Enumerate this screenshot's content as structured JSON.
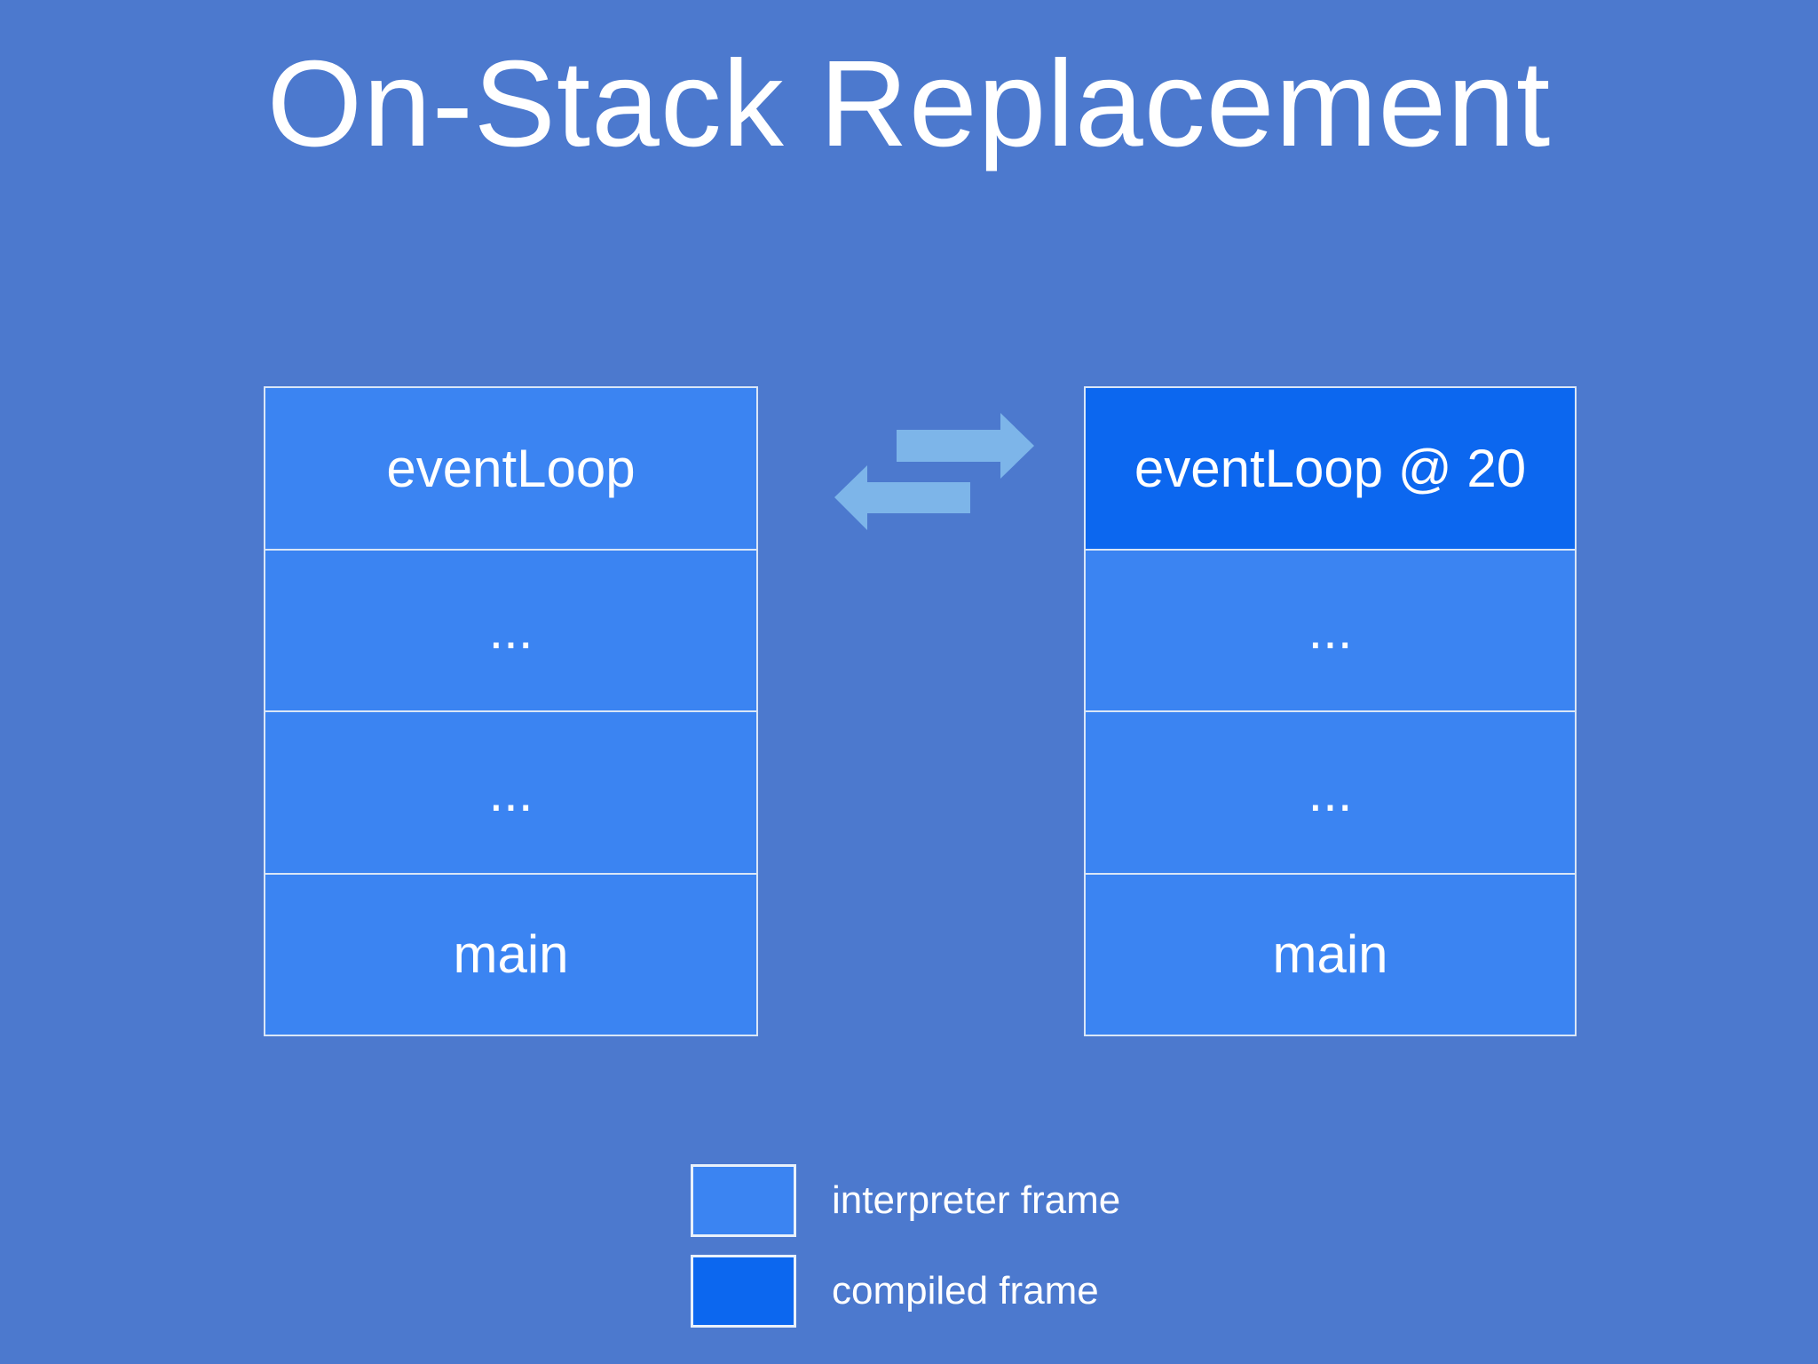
{
  "slide": {
    "title": "On-Stack Replacement"
  },
  "colors": {
    "background": "#4c79ce",
    "interpreter_frame": "#3b84f2",
    "compiled_frame": "#0c67ef",
    "arrow": "#7db5e9",
    "frame_border": "#d9e6f7",
    "text": "#ffffff"
  },
  "left_stack": {
    "frames": [
      {
        "label": "eventLoop",
        "type": "interpreter"
      },
      {
        "label": "...",
        "type": "interpreter"
      },
      {
        "label": "...",
        "type": "interpreter"
      },
      {
        "label": "main",
        "type": "interpreter"
      }
    ]
  },
  "right_stack": {
    "frames": [
      {
        "label": "eventLoop @ 20",
        "type": "compiled"
      },
      {
        "label": "...",
        "type": "interpreter"
      },
      {
        "label": "...",
        "type": "interpreter"
      },
      {
        "label": "main",
        "type": "interpreter"
      }
    ]
  },
  "arrows": {
    "top_direction": "right",
    "bottom_direction": "left"
  },
  "legend": {
    "items": [
      {
        "label": "interpreter frame",
        "type": "interpreter"
      },
      {
        "label": "compiled frame",
        "type": "compiled"
      }
    ]
  }
}
